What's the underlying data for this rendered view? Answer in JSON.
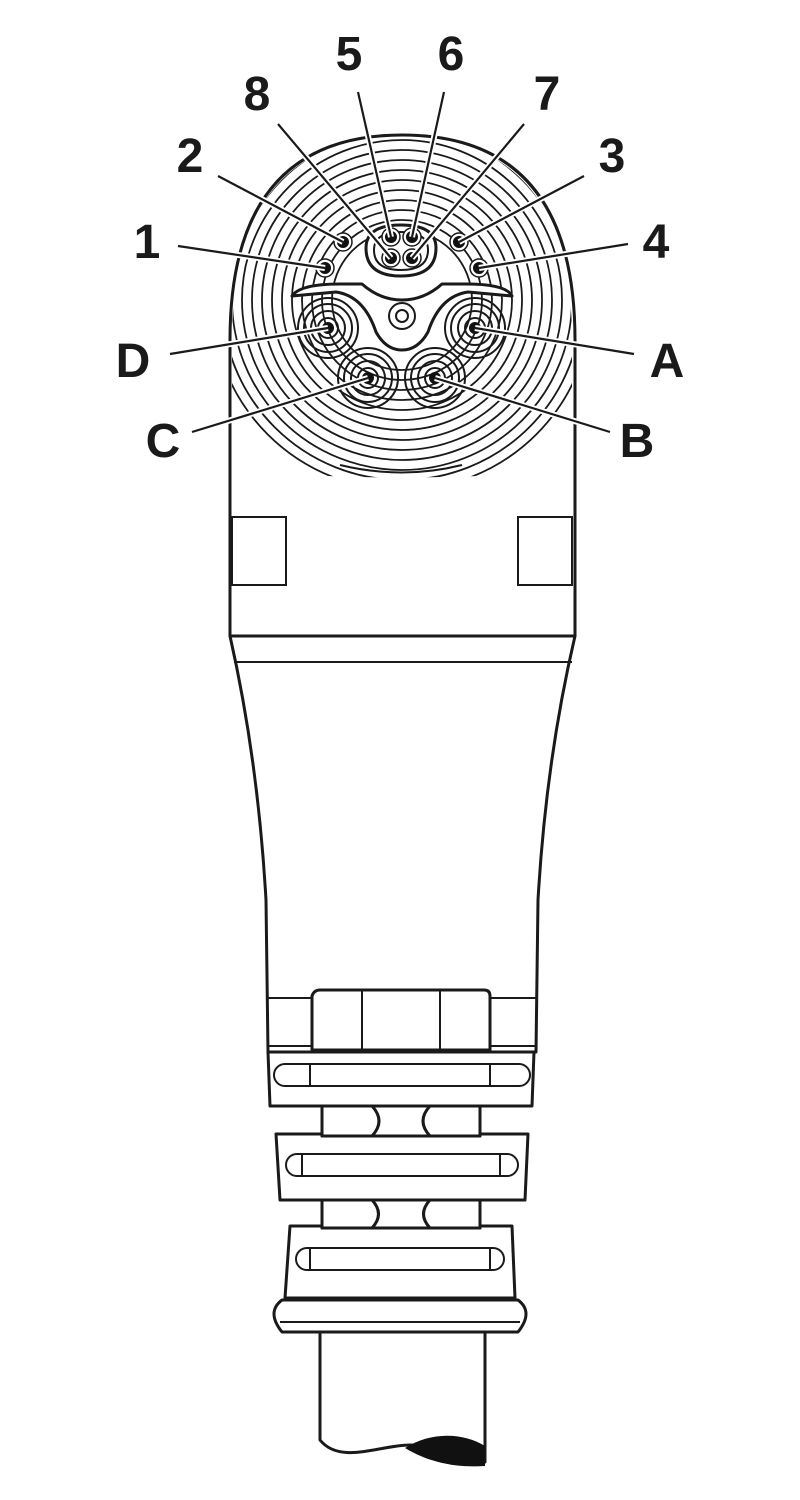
{
  "diagram": {
    "signal_pins": [
      {
        "label": "1"
      },
      {
        "label": "2"
      },
      {
        "label": "3"
      },
      {
        "label": "4"
      },
      {
        "label": "5"
      },
      {
        "label": "6"
      },
      {
        "label": "7"
      },
      {
        "label": "8"
      }
    ],
    "power_pins": [
      {
        "label": "A"
      },
      {
        "label": "B"
      },
      {
        "label": "C"
      },
      {
        "label": "D"
      }
    ]
  }
}
